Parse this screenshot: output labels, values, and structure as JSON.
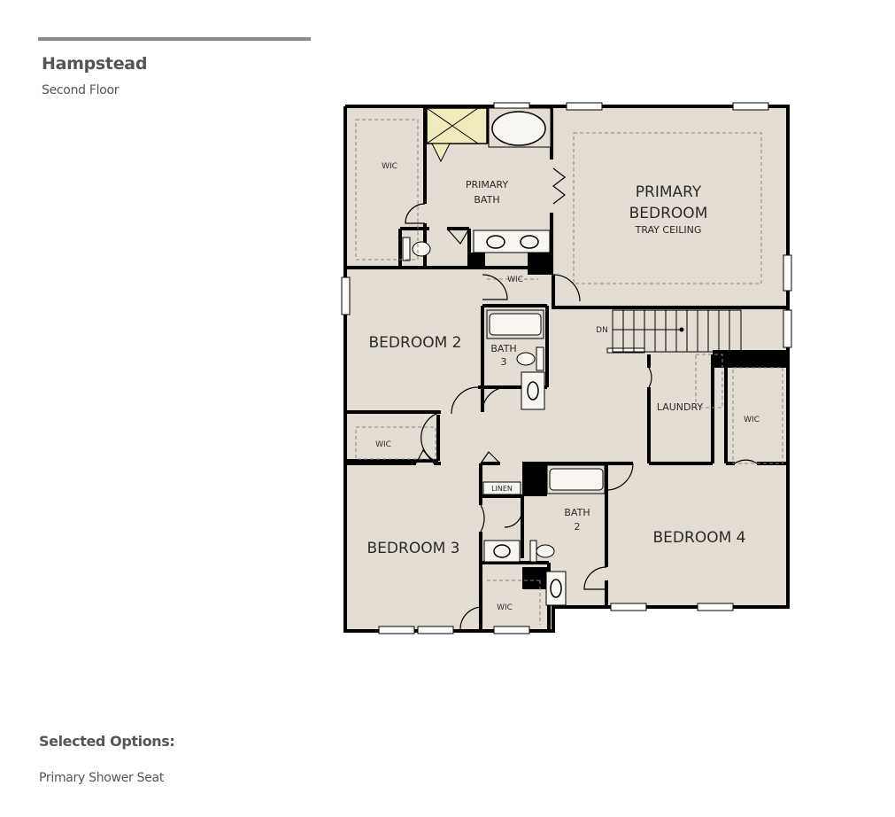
{
  "header": {
    "plan_name": "Hampstead",
    "floor": "Second Floor"
  },
  "floorplan": {
    "colors": {
      "floor": "#e3ddd3",
      "wall": "#000000",
      "shower": "#f0ebbb",
      "window": "#ffffff",
      "fixture": "#f7f5ef"
    },
    "rooms": {
      "primary_bedroom": {
        "line1": "PRIMARY",
        "line2": "BEDROOM",
        "note": "TRAY CEILING"
      },
      "primary_bath": {
        "line1": "PRIMARY",
        "line2": "BATH"
      },
      "primary_wic": "WIC",
      "primary_wic_small": "WIC",
      "bedroom2": "BEDROOM 2",
      "bedroom2_wic": "WIC",
      "bath3": {
        "line1": "BATH",
        "line2": "3"
      },
      "bedroom3": "BEDROOM 3",
      "bedroom3_wic": "WIC",
      "linen": "LINEN",
      "bath2": {
        "line1": "BATH",
        "line2": "2"
      },
      "bedroom4": "BEDROOM 4",
      "bedroom4_wic": "WIC",
      "laundry": "LAUNDRY",
      "stairs": "DN"
    }
  },
  "selected_options": {
    "heading": "Selected Options:",
    "items": [
      "Primary Shower Seat"
    ]
  }
}
